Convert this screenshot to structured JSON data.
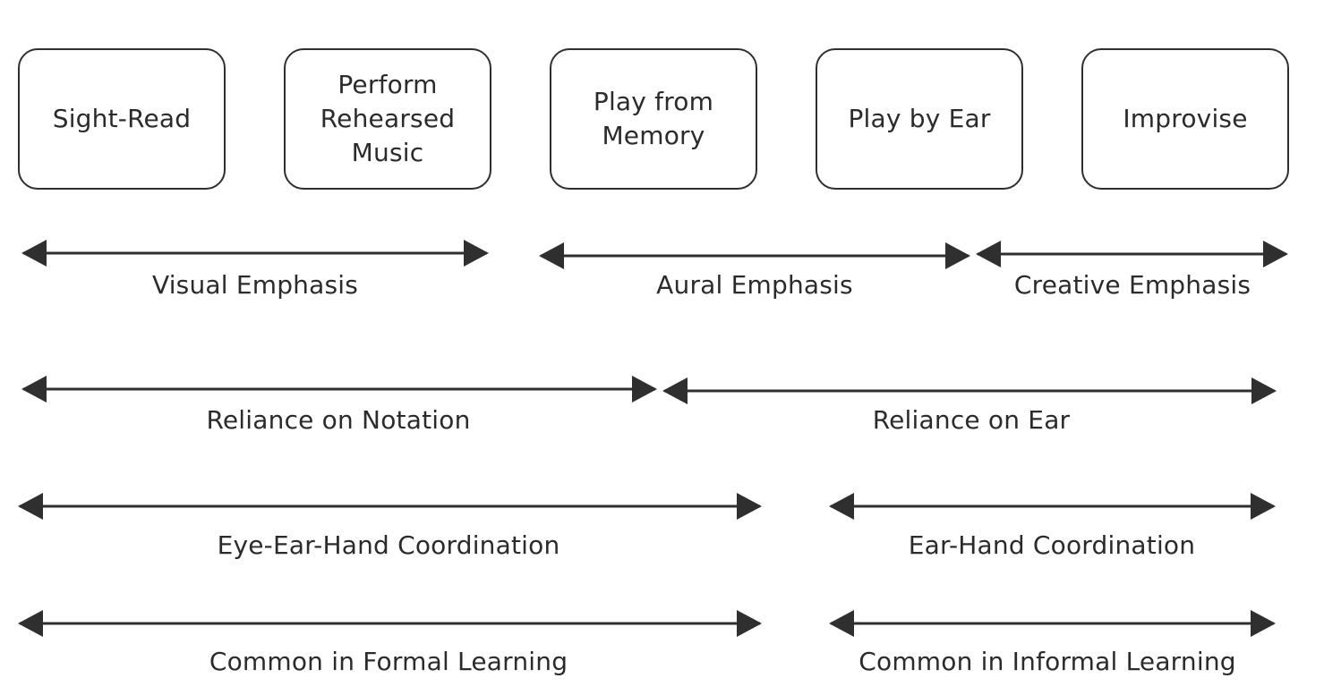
{
  "diagram": {
    "boxes": [
      {
        "label": "Sight-Read"
      },
      {
        "label": "Perform\nRehearsed\nMusic"
      },
      {
        "label": "Play from\nMemory"
      },
      {
        "label": "Play by Ear"
      },
      {
        "label": "Improvise"
      }
    ],
    "arrows": [
      {
        "label": "Visual Emphasis"
      },
      {
        "label": "Aural Emphasis"
      },
      {
        "label": "Creative Emphasis"
      },
      {
        "label": "Reliance on Notation"
      },
      {
        "label": "Reliance on Ear"
      },
      {
        "label": "Eye-Ear-Hand Coordination"
      },
      {
        "label": "Ear-Hand Coordination"
      },
      {
        "label": "Common in Formal Learning"
      },
      {
        "label": "Common in Informal Learning"
      }
    ],
    "colors": {
      "stroke": "#2f2f2f",
      "text": "#2b2b2b",
      "background": "#ffffff"
    }
  }
}
